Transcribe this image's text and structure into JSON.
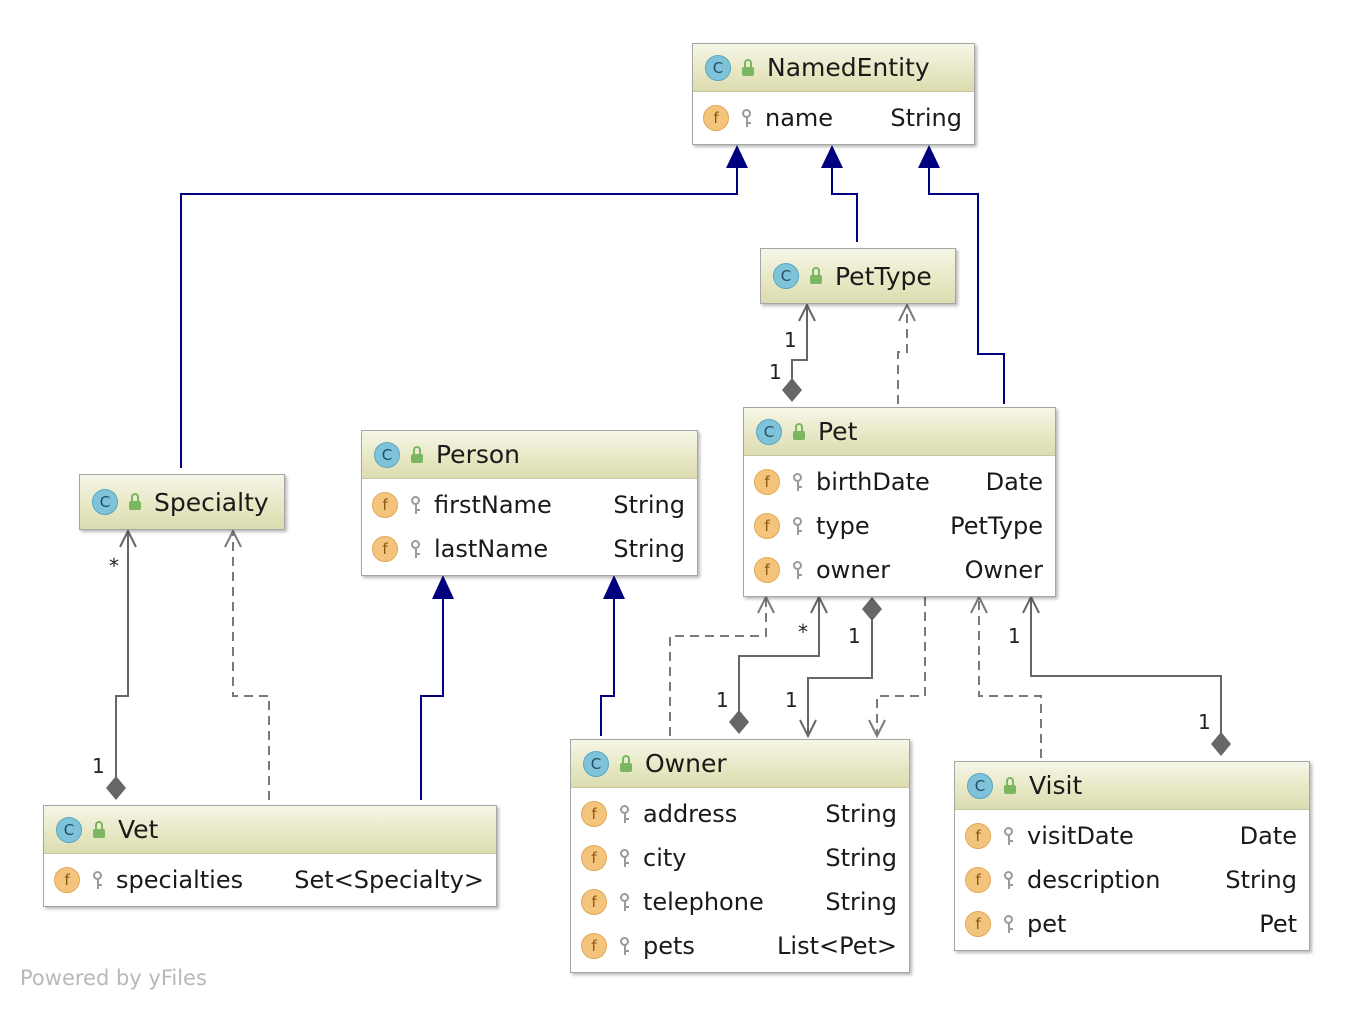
{
  "classes": {
    "named_entity": {
      "name": "NamedEntity",
      "fields": [
        {
          "name": "name",
          "type": "String"
        }
      ]
    },
    "pet_type": {
      "name": "PetType",
      "fields": []
    },
    "specialty": {
      "name": "Specialty",
      "fields": []
    },
    "person": {
      "name": "Person",
      "fields": [
        {
          "name": "firstName",
          "type": "String"
        },
        {
          "name": "lastName",
          "type": "String"
        }
      ]
    },
    "pet": {
      "name": "Pet",
      "fields": [
        {
          "name": "birthDate",
          "type": "Date"
        },
        {
          "name": "type",
          "type": "PetType"
        },
        {
          "name": "owner",
          "type": "Owner"
        }
      ]
    },
    "vet": {
      "name": "Vet",
      "fields": [
        {
          "name": "specialties",
          "type": "Set<Specialty>"
        }
      ]
    },
    "owner": {
      "name": "Owner",
      "fields": [
        {
          "name": "address",
          "type": "String"
        },
        {
          "name": "city",
          "type": "String"
        },
        {
          "name": "telephone",
          "type": "String"
        },
        {
          "name": "pets",
          "type": "List<Pet>"
        }
      ]
    },
    "visit": {
      "name": "Visit",
      "fields": [
        {
          "name": "visitDate",
          "type": "Date"
        },
        {
          "name": "description",
          "type": "String"
        },
        {
          "name": "pet",
          "type": "Pet"
        }
      ]
    }
  },
  "icons": {
    "class_icon": "C",
    "field_icon": "f"
  },
  "multiplicities": {
    "pettype_pet_top": "1",
    "pettype_pet_bottom": "1",
    "specialty_vet_star": "*",
    "specialty_vet_one": "1",
    "pet_owner_star": "*",
    "pet_owner_one_a": "1",
    "pet_owner_one_b": "1",
    "pet_owner_one_c": "1",
    "pet_visit_top": "1",
    "pet_visit_bottom": "1"
  },
  "footer": "Powered by yFiles",
  "colors": {
    "inheritance": "#00007f",
    "association": "#666666",
    "header": "#e8e8c6"
  }
}
